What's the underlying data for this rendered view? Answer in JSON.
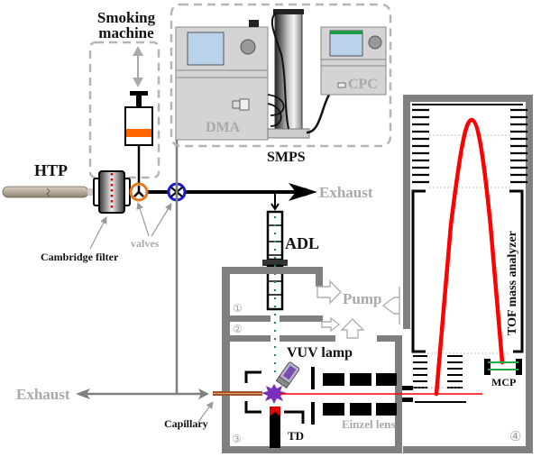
{
  "diagram": {
    "title": "HTP smoking - SMPS - VUV photoionization TOF mass spectrometer setup",
    "labels": {
      "smoking_machine": [
        "Smoking",
        "machine"
      ],
      "htp": "HTP",
      "cambridge_filter": "Cambridge filter",
      "valves": "valves",
      "smps": "SMPS",
      "dma": "DMA",
      "cpc": "CPC",
      "exhaust_top": "Exhaust",
      "exhaust_left": "Exhaust",
      "adl": "ADL",
      "pump": "Pump",
      "vuv_lamp": "VUV lamp",
      "capillary": "Capillary",
      "td": "TD",
      "einzel_lens": "Einzel lens",
      "tof": "TOF mass analyzer",
      "mcp": "MCP"
    },
    "chambers": [
      "①",
      "②",
      "③",
      "④"
    ],
    "colors": {
      "ion_path": "#ff0000",
      "valve_smoking": "#e07a1f",
      "valve_main": "#1a1acc",
      "syringe_piston": "#ff6600",
      "capillary": "#a0522d",
      "vuv_flash": "#7b2fbe",
      "mcp_plate": "#22aa44",
      "wall": "#7f7f7f",
      "gray_text": "#a9a9a9"
    }
  }
}
